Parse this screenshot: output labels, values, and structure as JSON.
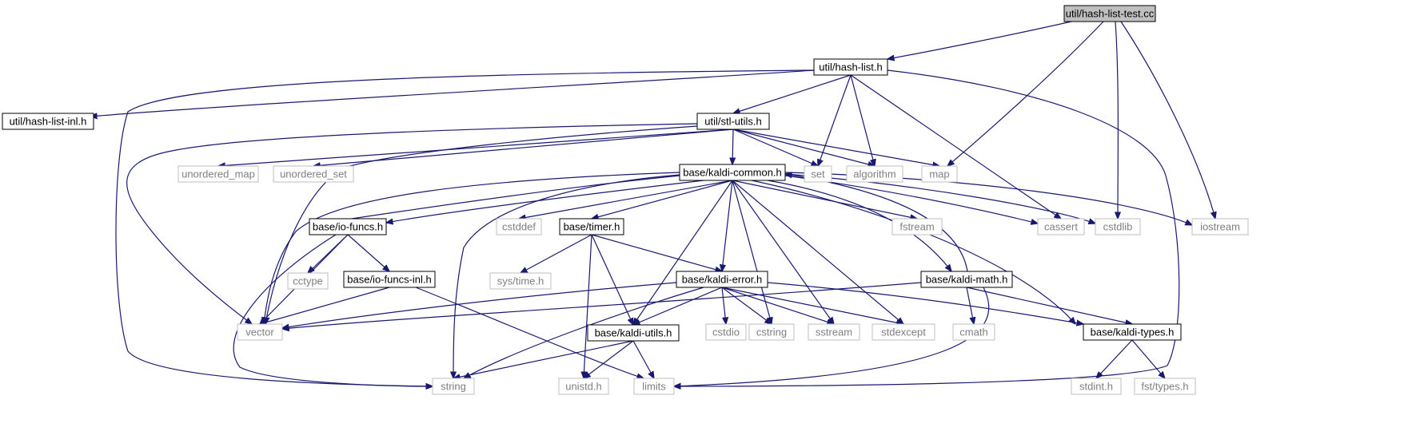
{
  "graph": {
    "colors": {
      "edge": "#191970",
      "root_fill": "#bfbfbf",
      "root_stroke": "#000000",
      "documented_stroke": "#000000",
      "external_stroke": "#bfbfbf",
      "external_text": "#7f7f7f",
      "text": "#000000"
    },
    "nodes": [
      {
        "id": "hash-list-test",
        "label": "util/hash-list-test.cc",
        "kind": "root"
      },
      {
        "id": "hash-list",
        "label": "util/hash-list.h",
        "kind": "documented"
      },
      {
        "id": "hash-list-inl",
        "label": "util/hash-list-inl.h",
        "kind": "documented"
      },
      {
        "id": "stl-utils",
        "label": "util/stl-utils.h",
        "kind": "documented"
      },
      {
        "id": "unordered-map",
        "label": "unordered_map",
        "kind": "external"
      },
      {
        "id": "unordered-set",
        "label": "unordered_set",
        "kind": "external"
      },
      {
        "id": "set",
        "label": "set",
        "kind": "external"
      },
      {
        "id": "algorithm",
        "label": "algorithm",
        "kind": "external"
      },
      {
        "id": "map",
        "label": "map",
        "kind": "external"
      },
      {
        "id": "kaldi-common",
        "label": "base/kaldi-common.h",
        "kind": "documented"
      },
      {
        "id": "io-funcs",
        "label": "base/io-funcs.h",
        "kind": "documented"
      },
      {
        "id": "cstddef",
        "label": "cstddef",
        "kind": "external"
      },
      {
        "id": "timer",
        "label": "base/timer.h",
        "kind": "documented"
      },
      {
        "id": "fstream",
        "label": "fstream",
        "kind": "external"
      },
      {
        "id": "cassert",
        "label": "cassert",
        "kind": "external"
      },
      {
        "id": "cstdlib",
        "label": "cstdlib",
        "kind": "external"
      },
      {
        "id": "iostream",
        "label": "iostream",
        "kind": "external"
      },
      {
        "id": "cctype",
        "label": "cctype",
        "kind": "external"
      },
      {
        "id": "io-funcs-inl",
        "label": "base/io-funcs-inl.h",
        "kind": "documented"
      },
      {
        "id": "sys-time",
        "label": "sys/time.h",
        "kind": "external"
      },
      {
        "id": "kaldi-error",
        "label": "base/kaldi-error.h",
        "kind": "documented"
      },
      {
        "id": "kaldi-math",
        "label": "base/kaldi-math.h",
        "kind": "documented"
      },
      {
        "id": "vector",
        "label": "vector",
        "kind": "external"
      },
      {
        "id": "kaldi-utils",
        "label": "base/kaldi-utils.h",
        "kind": "documented"
      },
      {
        "id": "cstdio",
        "label": "cstdio",
        "kind": "external"
      },
      {
        "id": "cstring",
        "label": "cstring",
        "kind": "external"
      },
      {
        "id": "sstream",
        "label": "sstream",
        "kind": "external"
      },
      {
        "id": "stdexcept",
        "label": "stdexcept",
        "kind": "external"
      },
      {
        "id": "cmath",
        "label": "cmath",
        "kind": "external"
      },
      {
        "id": "kaldi-types",
        "label": "base/kaldi-types.h",
        "kind": "documented"
      },
      {
        "id": "string",
        "label": "string",
        "kind": "external"
      },
      {
        "id": "unistd",
        "label": "unistd.h",
        "kind": "external"
      },
      {
        "id": "limits",
        "label": "limits",
        "kind": "external"
      },
      {
        "id": "stdint",
        "label": "stdint.h",
        "kind": "external"
      },
      {
        "id": "fst-types",
        "label": "fst/types.h",
        "kind": "external"
      }
    ],
    "edges": [
      {
        "from": "hash-list-test",
        "to": "hash-list"
      },
      {
        "from": "hash-list-test",
        "to": "map"
      },
      {
        "from": "hash-list-test",
        "to": "cstdlib"
      },
      {
        "from": "hash-list-test",
        "to": "iostream"
      },
      {
        "from": "hash-list",
        "to": "hash-list-inl"
      },
      {
        "from": "hash-list",
        "to": "stl-utils"
      },
      {
        "from": "hash-list",
        "to": "set"
      },
      {
        "from": "hash-list",
        "to": "algorithm"
      },
      {
        "from": "hash-list",
        "to": "cassert"
      },
      {
        "from": "hash-list",
        "to": "string"
      },
      {
        "from": "hash-list",
        "to": "limits"
      },
      {
        "from": "stl-utils",
        "to": "unordered-map"
      },
      {
        "from": "stl-utils",
        "to": "unordered-set"
      },
      {
        "from": "stl-utils",
        "to": "set"
      },
      {
        "from": "stl-utils",
        "to": "algorithm"
      },
      {
        "from": "stl-utils",
        "to": "map"
      },
      {
        "from": "stl-utils",
        "to": "kaldi-common"
      },
      {
        "from": "stl-utils",
        "to": "vector"
      },
      {
        "from": "stl-utils",
        "to": "vector"
      },
      {
        "from": "kaldi-common",
        "to": "io-funcs"
      },
      {
        "from": "kaldi-common",
        "to": "cstddef"
      },
      {
        "from": "kaldi-common",
        "to": "timer"
      },
      {
        "from": "kaldi-common",
        "to": "fstream"
      },
      {
        "from": "kaldi-common",
        "to": "cassert"
      },
      {
        "from": "kaldi-common",
        "to": "cstdlib"
      },
      {
        "from": "kaldi-common",
        "to": "iostream"
      },
      {
        "from": "kaldi-common",
        "to": "kaldi-math"
      },
      {
        "from": "kaldi-common",
        "to": "kaldi-error"
      },
      {
        "from": "kaldi-common",
        "to": "kaldi-utils"
      },
      {
        "from": "kaldi-common",
        "to": "kaldi-types"
      },
      {
        "from": "kaldi-common",
        "to": "vector"
      },
      {
        "from": "kaldi-common",
        "to": "string"
      },
      {
        "from": "kaldi-common",
        "to": "cstring"
      },
      {
        "from": "kaldi-common",
        "to": "sstream"
      },
      {
        "from": "kaldi-common",
        "to": "stdexcept"
      },
      {
        "from": "io-funcs",
        "to": "kaldi-common"
      },
      {
        "from": "io-funcs",
        "to": "cctype"
      },
      {
        "from": "io-funcs",
        "to": "io-funcs-inl"
      },
      {
        "from": "io-funcs",
        "to": "vector"
      },
      {
        "from": "io-funcs",
        "to": "string"
      },
      {
        "from": "io-funcs-inl",
        "to": "vector"
      },
      {
        "from": "io-funcs-inl",
        "to": "limits"
      },
      {
        "from": "timer",
        "to": "sys-time"
      },
      {
        "from": "timer",
        "to": "kaldi-error"
      },
      {
        "from": "timer",
        "to": "kaldi-utils"
      },
      {
        "from": "timer",
        "to": "unistd"
      },
      {
        "from": "kaldi-math",
        "to": "kaldi-common"
      },
      {
        "from": "kaldi-math",
        "to": "cmath"
      },
      {
        "from": "kaldi-math",
        "to": "kaldi-types"
      },
      {
        "from": "kaldi-math",
        "to": "vector"
      },
      {
        "from": "kaldi-math",
        "to": "limits"
      },
      {
        "from": "kaldi-error",
        "to": "vector"
      },
      {
        "from": "kaldi-error",
        "to": "string"
      },
      {
        "from": "kaldi-error",
        "to": "kaldi-utils"
      },
      {
        "from": "kaldi-error",
        "to": "cstdio"
      },
      {
        "from": "kaldi-error",
        "to": "cstring"
      },
      {
        "from": "kaldi-error",
        "to": "sstream"
      },
      {
        "from": "kaldi-error",
        "to": "stdexcept"
      },
      {
        "from": "kaldi-error",
        "to": "kaldi-types"
      },
      {
        "from": "kaldi-utils",
        "to": "string"
      },
      {
        "from": "kaldi-utils",
        "to": "unistd"
      },
      {
        "from": "kaldi-utils",
        "to": "limits"
      },
      {
        "from": "kaldi-types",
        "to": "stdint"
      },
      {
        "from": "kaldi-types",
        "to": "fst-types"
      }
    ]
  }
}
